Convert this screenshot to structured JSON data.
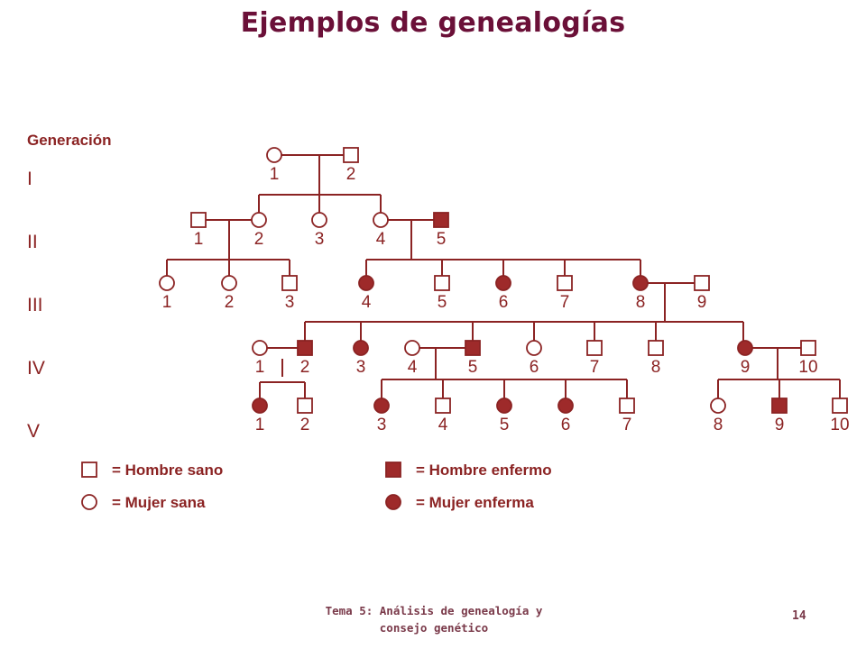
{
  "title": "Ejemplos de genealogías",
  "generation_header": "Generación",
  "generations": [
    "I",
    "II",
    "III",
    "IV",
    "V"
  ],
  "colors": {
    "line": "#8b2323",
    "fill": "#9e2a2a",
    "title": "#6b1038",
    "footer": "#7a3a4a"
  },
  "individuals": [
    {
      "gen": "I",
      "n": "1",
      "sex": "female",
      "affected": false
    },
    {
      "gen": "I",
      "n": "2",
      "sex": "male",
      "affected": false
    },
    {
      "gen": "II",
      "n": "1",
      "sex": "male",
      "affected": false
    },
    {
      "gen": "II",
      "n": "2",
      "sex": "female",
      "affected": false
    },
    {
      "gen": "II",
      "n": "3",
      "sex": "female",
      "affected": false
    },
    {
      "gen": "II",
      "n": "4",
      "sex": "female",
      "affected": false
    },
    {
      "gen": "II",
      "n": "5",
      "sex": "male",
      "affected": true
    },
    {
      "gen": "III",
      "n": "1",
      "sex": "female",
      "affected": false
    },
    {
      "gen": "III",
      "n": "2",
      "sex": "female",
      "affected": false
    },
    {
      "gen": "III",
      "n": "3",
      "sex": "male",
      "affected": false
    },
    {
      "gen": "III",
      "n": "4",
      "sex": "female",
      "affected": true
    },
    {
      "gen": "III",
      "n": "5",
      "sex": "male",
      "affected": false
    },
    {
      "gen": "III",
      "n": "6",
      "sex": "female",
      "affected": true
    },
    {
      "gen": "III",
      "n": "7",
      "sex": "male",
      "affected": false
    },
    {
      "gen": "III",
      "n": "8",
      "sex": "female",
      "affected": true
    },
    {
      "gen": "III",
      "n": "9",
      "sex": "male",
      "affected": false
    },
    {
      "gen": "IV",
      "n": "1",
      "sex": "female",
      "affected": false
    },
    {
      "gen": "IV",
      "n": "2",
      "sex": "male",
      "affected": true
    },
    {
      "gen": "IV",
      "n": "3",
      "sex": "female",
      "affected": true
    },
    {
      "gen": "IV",
      "n": "4",
      "sex": "female",
      "affected": false
    },
    {
      "gen": "IV",
      "n": "5",
      "sex": "male",
      "affected": true
    },
    {
      "gen": "IV",
      "n": "6",
      "sex": "female",
      "affected": false
    },
    {
      "gen": "IV",
      "n": "7",
      "sex": "male",
      "affected": false
    },
    {
      "gen": "IV",
      "n": "8",
      "sex": "male",
      "affected": false
    },
    {
      "gen": "IV",
      "n": "9",
      "sex": "female",
      "affected": true
    },
    {
      "gen": "IV",
      "n": "10",
      "sex": "male",
      "affected": false
    },
    {
      "gen": "V",
      "n": "1",
      "sex": "female",
      "affected": true
    },
    {
      "gen": "V",
      "n": "2",
      "sex": "male",
      "affected": false
    },
    {
      "gen": "V",
      "n": "3",
      "sex": "female",
      "affected": true
    },
    {
      "gen": "V",
      "n": "4",
      "sex": "male",
      "affected": false
    },
    {
      "gen": "V",
      "n": "5",
      "sex": "female",
      "affected": true
    },
    {
      "gen": "V",
      "n": "6",
      "sex": "female",
      "affected": true
    },
    {
      "gen": "V",
      "n": "7",
      "sex": "male",
      "affected": false
    },
    {
      "gen": "V",
      "n": "8",
      "sex": "female",
      "affected": false
    },
    {
      "gen": "V",
      "n": "9",
      "sex": "male",
      "affected": true
    },
    {
      "gen": "V",
      "n": "10",
      "sex": "male",
      "affected": false
    }
  ],
  "legend": [
    {
      "sex": "male",
      "affected": false,
      "label": "= Hombre sano"
    },
    {
      "sex": "female",
      "affected": false,
      "label": "= Mujer sana"
    },
    {
      "sex": "male",
      "affected": true,
      "label": "= Hombre enfermo"
    },
    {
      "sex": "female",
      "affected": true,
      "label": "= Mujer enferma"
    }
  ],
  "footer": {
    "line1": "Tema 5: Análisis de genealogía y",
    "line2": "consejo genético",
    "page": "14"
  }
}
